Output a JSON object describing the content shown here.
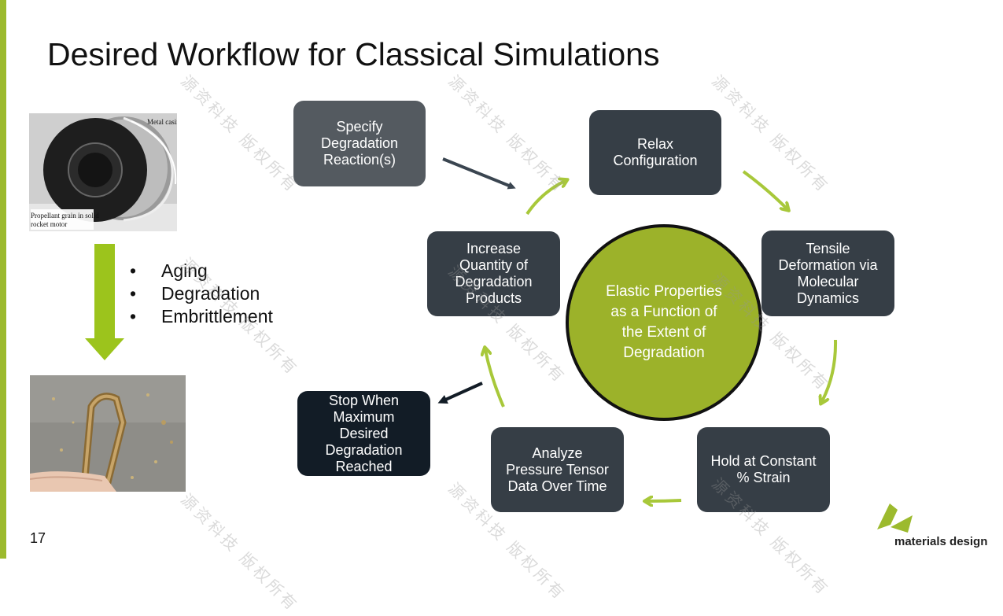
{
  "slide": {
    "title": "Desired Workflow for Classical Simulations",
    "page_number": "17",
    "brand": "materials design",
    "watermark": "源资科技 版权所有"
  },
  "images": {
    "rocket": {
      "label_casing": "Metal casing",
      "label_grain": "Propellant grain in\nsolid rocket motor"
    }
  },
  "bullets": [
    "Aging",
    "Degradation",
    "Embrittlement"
  ],
  "workflow": {
    "specify": "Specify\nDegradation\nReaction(s)",
    "relax": "Relax\nConfiguration",
    "tensile": "Tensile\nDeformation via\nMolecular\nDynamics",
    "hold": "Hold at Constant\n% Strain",
    "analyze": "Analyze\nPressure Tensor\nData Over Time",
    "increase": "Increase\nQuantity of\nDegradation\nProducts",
    "stop": "Stop When\nMaximum\nDesired\nDegradation\nReached",
    "center": "Elastic Properties\nas a Function of\nthe Extent of\nDegradation"
  },
  "colors": {
    "accent": "#9cba2e",
    "box_light": "#545a60",
    "box_mid": "#363e46",
    "box_dark": "#121c26",
    "arrow_dark": "#3a4550"
  }
}
